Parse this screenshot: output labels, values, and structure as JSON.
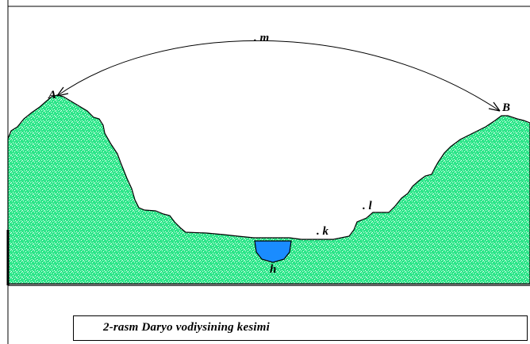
{
  "labels": {
    "point_a": "A",
    "point_b": "B",
    "point_m": ". m",
    "point_k": ". k",
    "point_l": ". l",
    "point_h": "h"
  },
  "caption": "2-rasm  Daryo  vodiysining  kesimi",
  "colors": {
    "terrain": "#2ee68a",
    "terrain_light": "#ffffff",
    "water": "#1a8cff",
    "line": "#000000"
  }
}
